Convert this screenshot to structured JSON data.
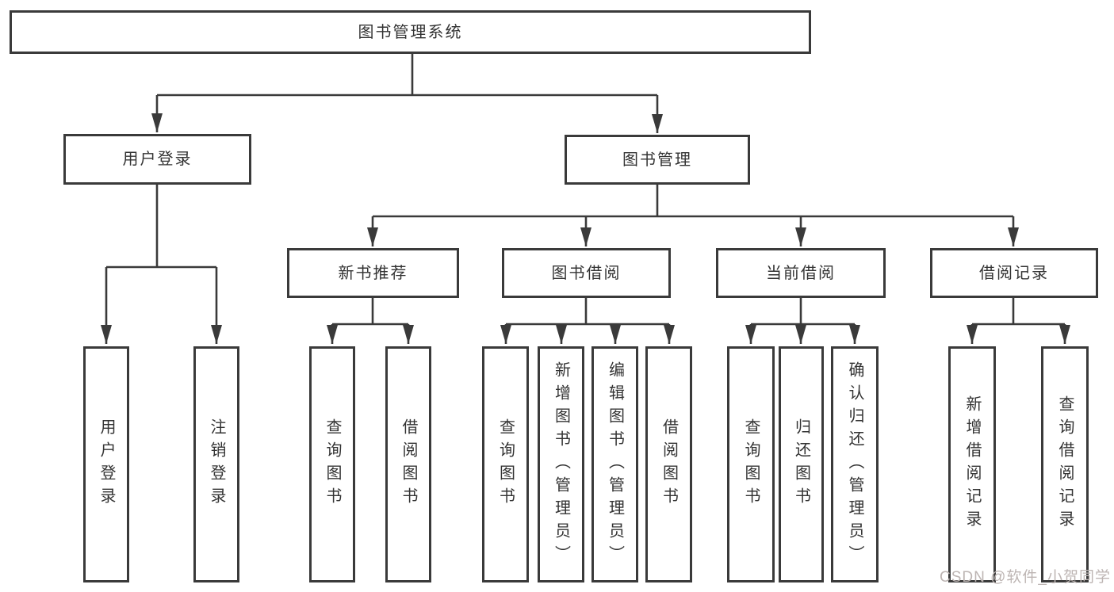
{
  "diagram": {
    "root": {
      "label": "图书管理系统"
    },
    "level2": [
      {
        "label": "用户登录"
      },
      {
        "label": "图书管理"
      }
    ],
    "level3": [
      {
        "label": "新书推荐"
      },
      {
        "label": "图书借阅"
      },
      {
        "label": "当前借阅"
      },
      {
        "label": "借阅记录"
      }
    ],
    "leaves": {
      "user_login": [
        "用户登录",
        "注销登录"
      ],
      "new_books": [
        "查询图书",
        "借阅图书"
      ],
      "book_borrow": [
        "查询图书",
        "新增图书（管理员）",
        "编辑图书（管理员）",
        "借阅图书"
      ],
      "current_borrow": [
        "查询图书",
        "归还图书",
        "确认归还（管理员）"
      ],
      "borrow_records": [
        "新增借阅记录",
        "查询借阅记录"
      ]
    },
    "watermark": "CSDN @软件_小贺同学",
    "colors": {
      "line": "#3a3a3a",
      "text": "#333333",
      "background": "#ffffff",
      "watermark": "#bdb5b3"
    }
  }
}
